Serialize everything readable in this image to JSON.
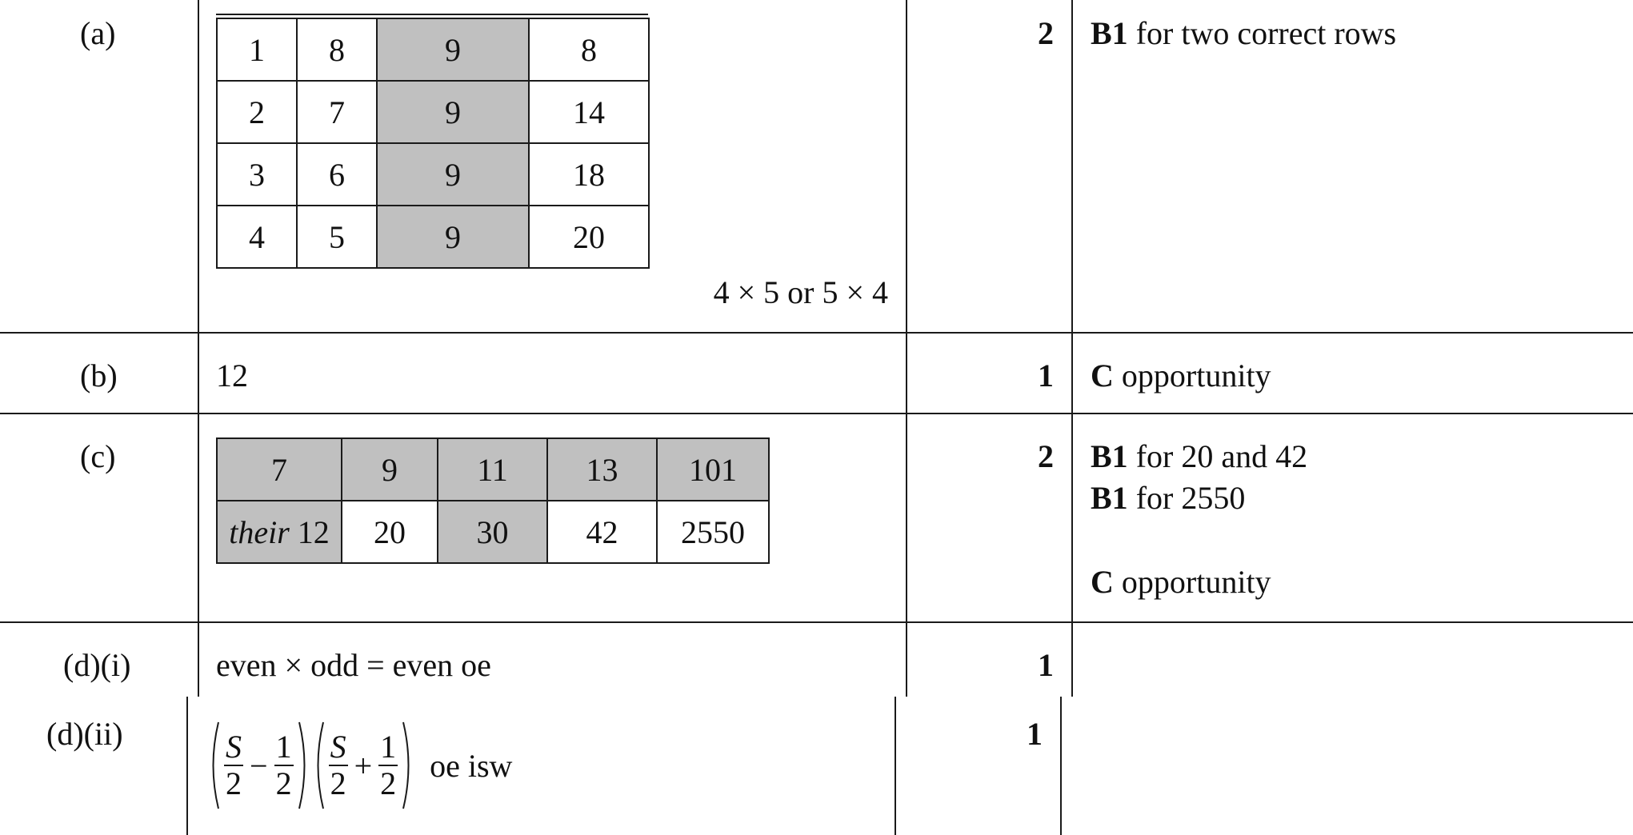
{
  "rows": [
    {
      "part": "(a)",
      "mark": "2",
      "guidance": [
        {
          "bold": "B1",
          "text": " for two correct rows"
        }
      ],
      "table": [
        [
          "1",
          "8",
          "9",
          "8"
        ],
        [
          "2",
          "7",
          "9",
          "14"
        ],
        [
          "3",
          "6",
          "9",
          "18"
        ],
        [
          "4",
          "5",
          "9",
          "20"
        ]
      ],
      "answer_note": "4 × 5 or 5 × 4"
    },
    {
      "part": "(b)",
      "mark": "1",
      "answer": "12",
      "guidance": [
        {
          "bold": "C",
          "text": " opportunity"
        }
      ]
    },
    {
      "part": "(c)",
      "mark": "2",
      "table_top": [
        "7",
        "9",
        "11",
        "13",
        "101"
      ],
      "table_bottom_italic": "their",
      "table_bottom_first": " 12",
      "table_bottom": [
        "20",
        "30",
        "42",
        "2550"
      ],
      "guidance": [
        {
          "bold": "B1",
          "text": " for 20 and 42"
        },
        {
          "bold": "B1",
          "text": " for 2550"
        },
        {
          "bold": "C",
          "text": " opportunity"
        }
      ]
    },
    {
      "part": "(d)(i)",
      "mark": "1",
      "answer": "even × odd = even oe"
    },
    {
      "part": "(d)(ii)",
      "mark": "1",
      "expr": {
        "f1_num": "S",
        "f1_den": "2",
        "op1": "−",
        "f2_num": "1",
        "f2_den": "2",
        "f3_num": "S",
        "f3_den": "2",
        "op2": "+",
        "f4_num": "1",
        "f4_den": "2",
        "suffix": "oe isw"
      }
    }
  ]
}
